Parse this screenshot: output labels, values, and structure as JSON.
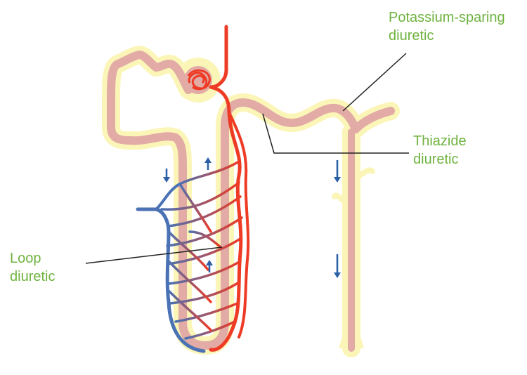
{
  "diagram": {
    "labels": {
      "potassium_sparing": {
        "line1": "Potassium-sparing",
        "line2": "diuretic"
      },
      "thiazide": {
        "line1": "Thiazide",
        "line2": "diuretic"
      },
      "loop": {
        "line1": "Loop",
        "line2": "diuretic"
      }
    },
    "colors": {
      "label_text": "#6fb33f",
      "tubule_outer": "#fbf6b7",
      "tubule_inner": "#e2aba5",
      "artery": "#ee3b25",
      "vein": "#4a72b4",
      "flow_arrow": "#2a5fa6",
      "leader_line": "#222222"
    }
  }
}
